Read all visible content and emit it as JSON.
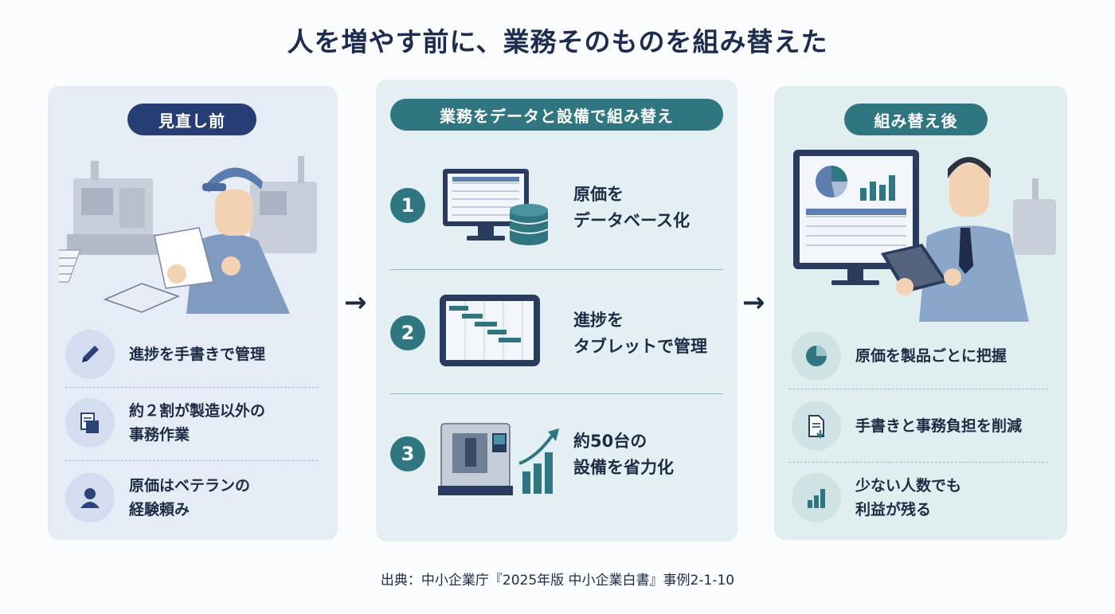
{
  "title": "人を増やす前に、業務そのものを組み替えた",
  "left": {
    "label": "見直し前",
    "items": [
      {
        "icon": "pencil-icon",
        "text": "進捗を手書きで管理"
      },
      {
        "icon": "documents-icon",
        "text": "約２割が製造以外の\n事務作業"
      },
      {
        "icon": "person-icon",
        "text": "原価はベテランの\n経験頼み"
      }
    ]
  },
  "middle": {
    "label": "業務をデータと設備で組み替え",
    "steps": [
      {
        "num": "1",
        "icon": "monitor-database-icon",
        "text": "原価を\nデータベース化"
      },
      {
        "num": "2",
        "icon": "tablet-gantt-icon",
        "text": "進捗を\nタブレットで管理"
      },
      {
        "num": "3",
        "icon": "machine-growth-icon",
        "text": "約50台の\n設備を省力化"
      }
    ]
  },
  "right": {
    "label": "組み替え後",
    "items": [
      {
        "icon": "pie-chart-icon",
        "text": "原価を製品ごとに把握"
      },
      {
        "icon": "document-down-icon",
        "text": "手書きと事務負担を削減"
      },
      {
        "icon": "bar-chart-icon",
        "text": "少ない人数でも\n利益が残る"
      }
    ]
  },
  "arrow": "→",
  "source": "出典：中小企業庁『2025年版 中小企業白書』事例2-1-10",
  "colors": {
    "navy": "#263e74",
    "teal": "#2f7680"
  }
}
